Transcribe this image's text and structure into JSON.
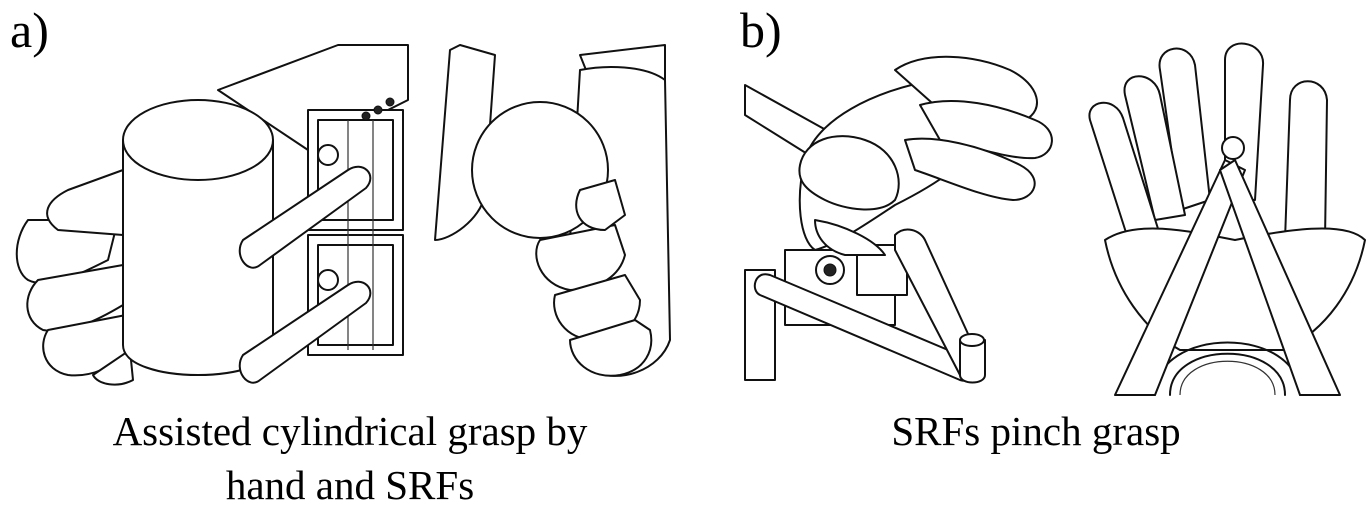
{
  "panel_a": {
    "tag": "a)",
    "caption_line1": "Assisted cylindrical grasp by",
    "caption_line2": "hand and SRFs"
  },
  "panel_b": {
    "tag": "b)",
    "caption": "SRFs pinch grasp"
  }
}
